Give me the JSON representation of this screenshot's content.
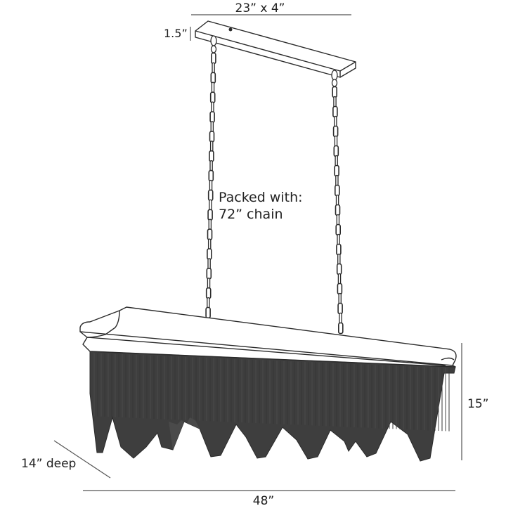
{
  "dimensions": {
    "canopy_size": "23” x 4”",
    "canopy_height": "1.5”",
    "width": "48”",
    "height": "15”",
    "depth": "14” deep"
  },
  "note": {
    "line1": "Packed with:",
    "line2": "72” chain"
  },
  "colors": {
    "line": "#2a2a2a",
    "fringe": "#3d3d3d",
    "fringe_light": "#4a4a4a",
    "dim_line": "#555555"
  }
}
